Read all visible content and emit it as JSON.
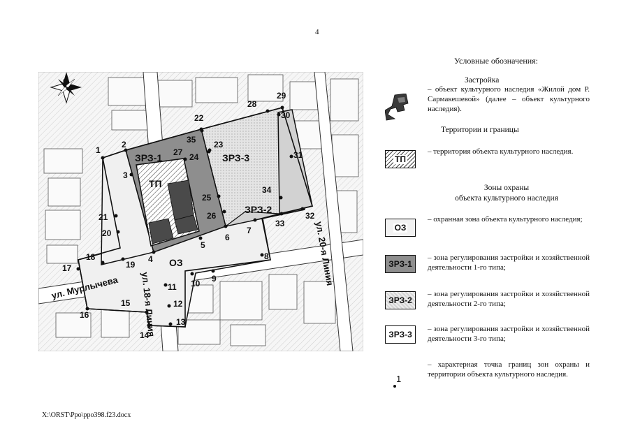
{
  "page_number": "4",
  "footer": "X:\\ORST\\Ppo\\ppo398.f23.docx",
  "map": {
    "compass_label": "С",
    "streets": [
      "ул. Мурлычева",
      "ул. 18-я Линия",
      "ул. 20-я Линия"
    ],
    "zone_labels": {
      "zrz1": "ЗРЗ-1",
      "zrz2": "ЗРЗ-2",
      "zrz3": "ЗРЗ-3",
      "tp": "ТП",
      "oz": "ОЗ"
    },
    "points": [
      "1",
      "2",
      "3",
      "4",
      "5",
      "6",
      "7",
      "8",
      "9",
      "10",
      "11",
      "12",
      "13",
      "14",
      "15",
      "16",
      "17",
      "18",
      "19",
      "20",
      "21",
      "22",
      "23",
      "24",
      "25",
      "26",
      "27",
      "28",
      "29",
      "30",
      "31",
      "32",
      "33",
      "34",
      "35"
    ]
  },
  "legend": {
    "title": "Условные обозначения:",
    "building_header": "Застройка",
    "building_desc": "– объект культурного наследия «Жилой дом Р. Сармакешевой» (далее – объект культурного наследия).",
    "territory_header": "Территории и границы",
    "tp_label": "ТП",
    "tp_desc": "– территория объекта культурного наследия.",
    "zones_header_1": "Зоны охраны",
    "zones_header_2": "объекта культурного наследия",
    "oz_label": "ОЗ",
    "oz_desc": "– охранная зона объекта культурного наследия;",
    "zrz1_label": "ЗРЗ-1",
    "zrz1_desc": "– зона регулирования застройки и хозяйственной деятельности 1-го типа;",
    "zrz2_label": "ЗРЗ-2",
    "zrz2_desc": "– зона регулирования застройки и хозяйственной деятельности 2-го типа;",
    "zrz3_label": "ЗРЗ-3",
    "zrz3_desc": "– зона регулирования застройки и хозяйственной деятельности 3-го типа;",
    "point_label": "1",
    "point_desc": "– характерная точка границ зон охраны и территории объекта культурного наследия."
  },
  "colors": {
    "zrz1": "#8e8e8e",
    "zrz2": "#d9d9d9",
    "oz": "#f0f0f0",
    "heritage": "#4a4a4a"
  }
}
